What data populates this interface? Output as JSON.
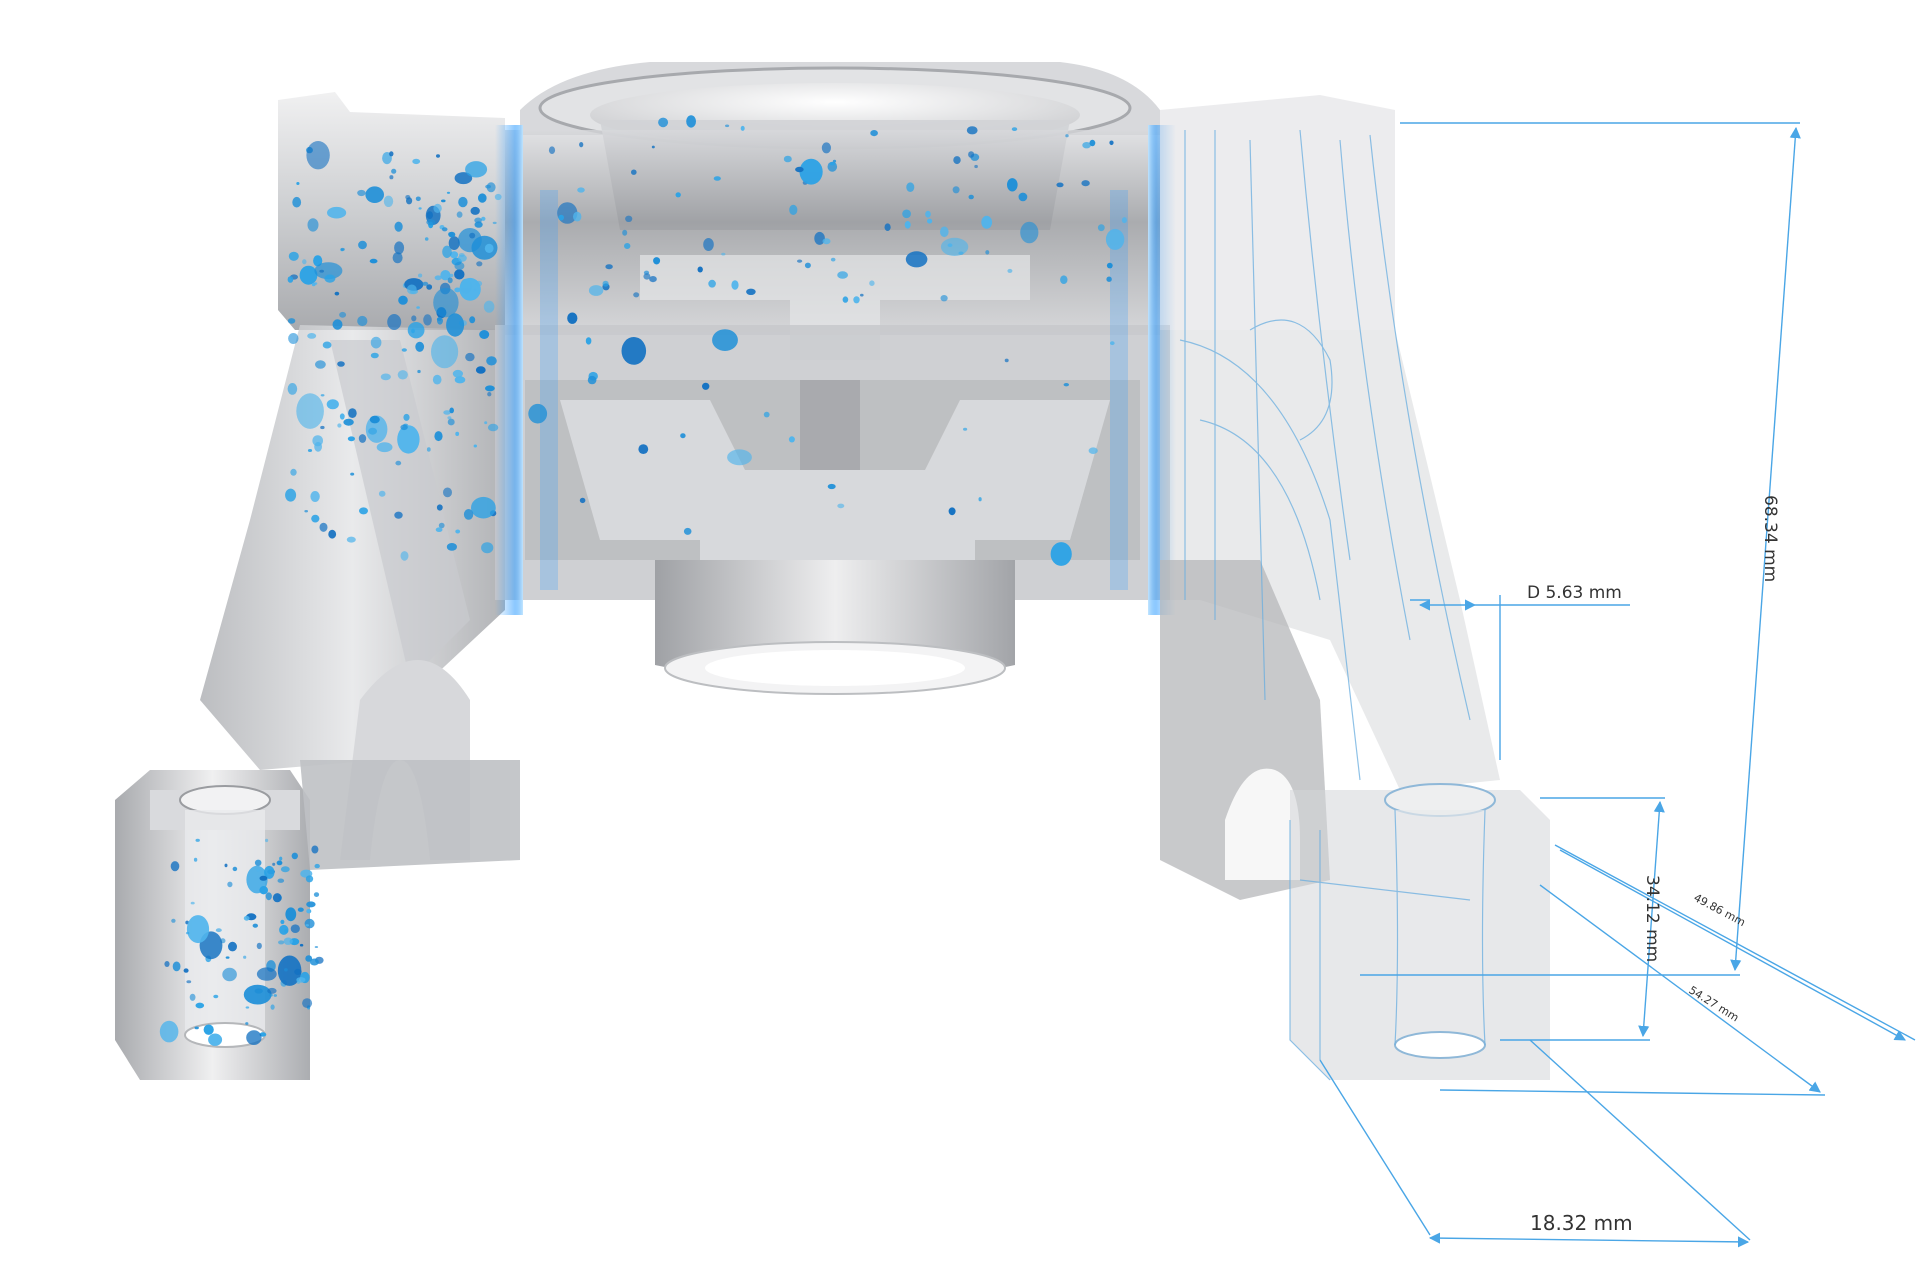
{
  "colors": {
    "background": "#ffffff",
    "metal_light": "#e6e6e8",
    "metal_mid": "#b9bbbe",
    "metal_dark": "#8b8d91",
    "pore_blue": "#1e8fd8",
    "pore_light": "#4fb4ec",
    "glow_blue": "#2f9cff",
    "dimension_line": "#4aa6e6",
    "dimension_text": "#333333"
  },
  "dimensions": {
    "d1": "68.34 mm",
    "d2": "D 5.63 mm",
    "d3": "34.12 mm",
    "d4": "49.86 mm",
    "d5": "54.27 mm",
    "d6": "18.32 mm"
  }
}
